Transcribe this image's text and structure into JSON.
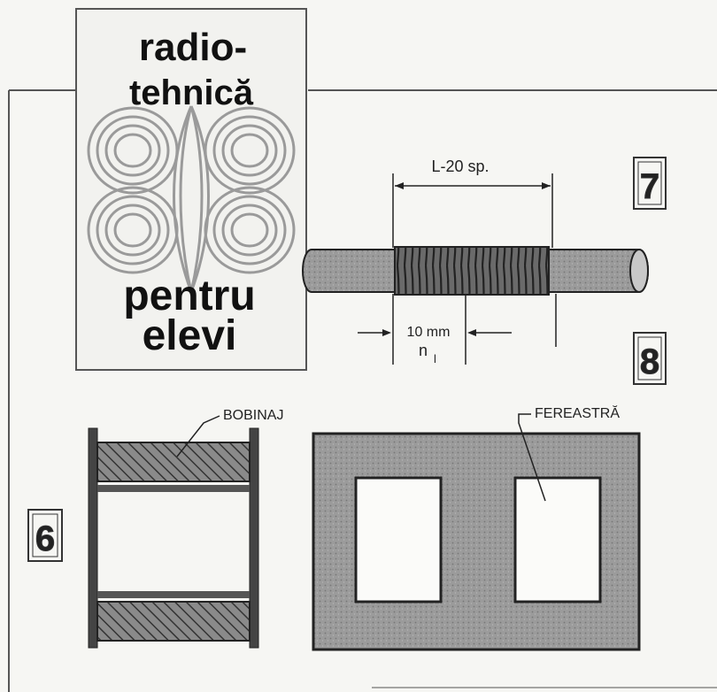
{
  "logo": {
    "line1": "radio-",
    "line2": "tehnică",
    "line3": "pentru",
    "line4": "elevi"
  },
  "figures": {
    "fig7": {
      "number": "7",
      "dimension_label": "L-20 sp.",
      "width_label": "10 mm",
      "turns_label": "n",
      "turns_subscript": "l"
    },
    "fig8": {
      "number": "8",
      "window_label": "FEREASTRĂ"
    },
    "fig6": {
      "number": "6",
      "winding_label": "BOBINAJ"
    }
  },
  "colors": {
    "paper": "#f6f6f3",
    "ink": "#222222",
    "core_gray": "#9a9a9a",
    "hatch_gray": "#6e6e6e"
  }
}
